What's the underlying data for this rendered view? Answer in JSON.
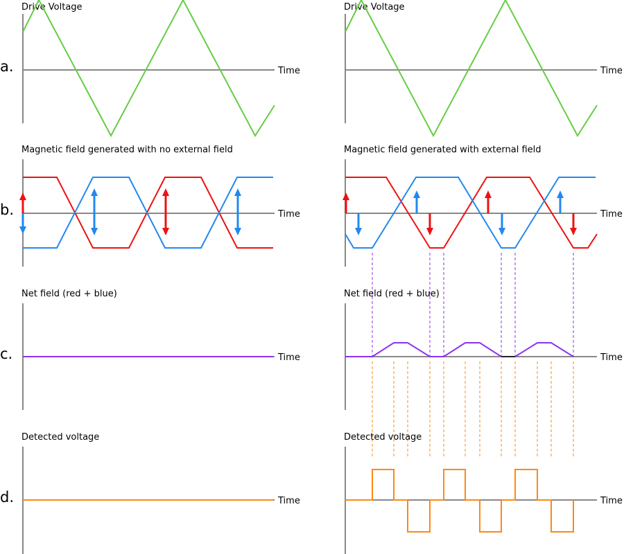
{
  "rows": {
    "a": "a.",
    "b": "b.",
    "c": "c.",
    "d": "d."
  },
  "titles": {
    "drive_left": "Drive Voltage",
    "drive_right": "Drive Voltage",
    "field_left": "Magnetic field generated with no external field",
    "field_right": "Magnetic field generated with external field",
    "net_left": "Net field (red + blue)",
    "net_right": "Net field (red + blue)",
    "detect_left": "Detected voltage",
    "detect_right": "Detected voltage"
  },
  "axis_label": "Time",
  "colors": {
    "drive": "#66cc44",
    "red_field": "#ee1111",
    "blue_field": "#2288ee",
    "net": "#8833ee",
    "detected": "#ff8811",
    "axis": "#888888"
  }
}
